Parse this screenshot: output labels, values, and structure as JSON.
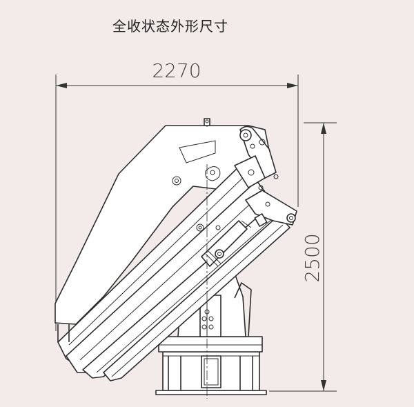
{
  "title": "全收状态外形尺寸",
  "dimensions": {
    "width": "2270",
    "height": "2500"
  },
  "colors": {
    "background": "#f3ebea",
    "line": "#2b2b2b"
  }
}
